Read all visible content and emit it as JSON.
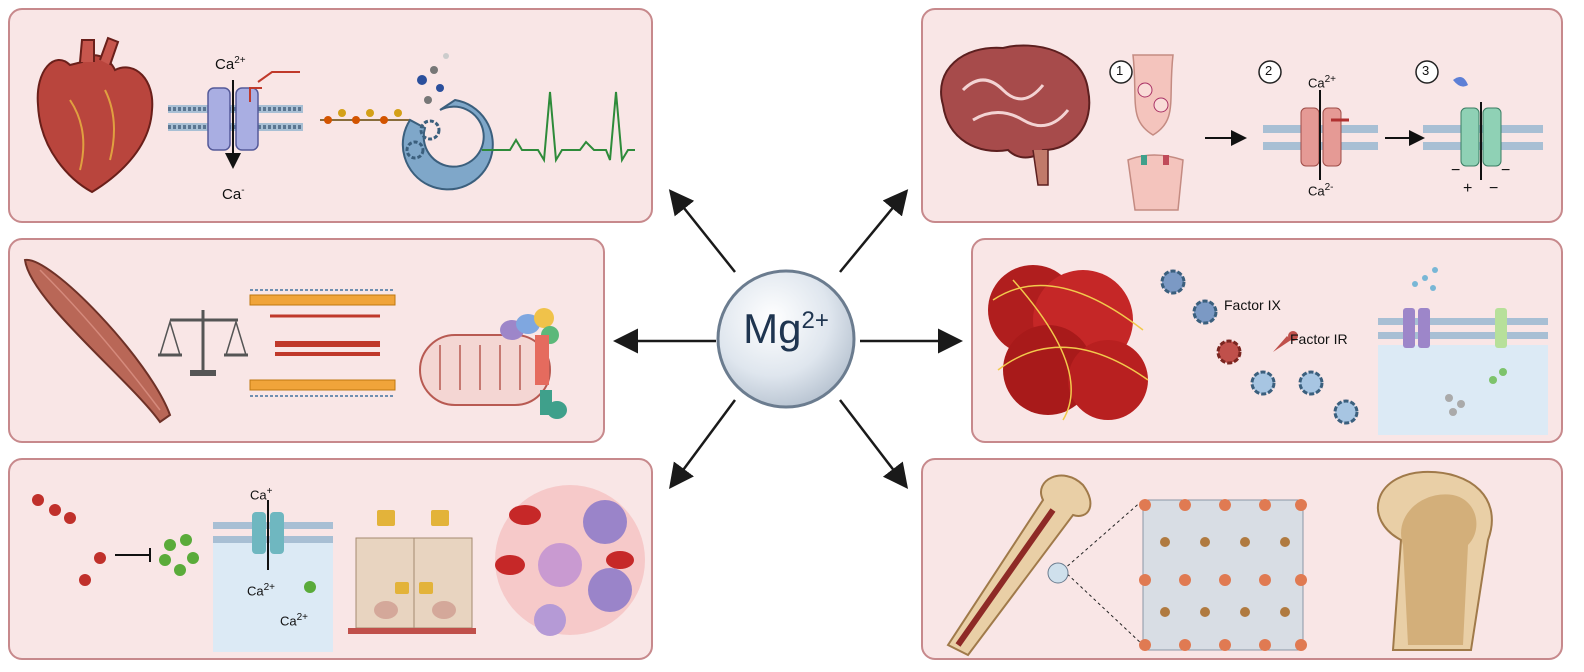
{
  "center": {
    "label": "Mg",
    "charge": "2+"
  },
  "cardio": {
    "ion_top": "Ca",
    "ion_top_charge": "2+",
    "ion_bottom": "Ca",
    "ion_bottom_charge": "-"
  },
  "neuro": {
    "step1": "1",
    "step2": "2",
    "step3": "3",
    "ion_top": "Ca",
    "ion_top_charge": "2+",
    "ion_bottom": "Ca",
    "ion_bottom_charge": "2-",
    "minus": "−",
    "plus": "+"
  },
  "coag": {
    "factor1": "Factor IX",
    "factor2": "Factor IR"
  },
  "immune": {
    "ion_top": "Ca",
    "ion_top_charge": "+",
    "ion_mid": "Ca",
    "ion_mid_charge": "2+",
    "ion_low": "Ca",
    "ion_low_charge": "2+"
  },
  "colors": {
    "panel_bg": "#f9e6e6",
    "panel_border": "#c7898c",
    "arrow": "#1a1a1a",
    "sphere_edge": "#6b7c8f",
    "ecg": "#2e8b3a"
  }
}
